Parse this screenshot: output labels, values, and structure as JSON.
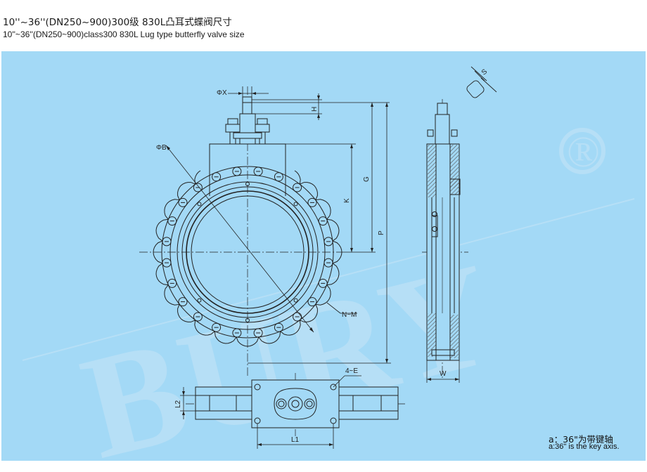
{
  "header": {
    "title_cn": "10''~36''(DN250~900)300级 830L凸耳式蝶阀尺寸",
    "title_en": "10''~36''(DN250~900)class300 830L Lug type butterfly valve size"
  },
  "watermark": {
    "text": "BURY",
    "registered_mark": "®"
  },
  "dimensions": {
    "phi_x": "ΦX",
    "phi_b": "ΦB",
    "h": "H",
    "g": "G",
    "k": "K",
    "p": "P",
    "s": "S",
    "w": "W",
    "n_m": "N~M",
    "four_e": "4~E",
    "l1": "L1",
    "l2": "L2"
  },
  "note": {
    "cn": "a：36\"为带键轴",
    "en": "a:36\" is the key axis."
  },
  "colors": {
    "panel_bg": "#a3d9f6",
    "line": "#222222",
    "hatch": "#555555",
    "watermark": "#c6e4f6"
  }
}
